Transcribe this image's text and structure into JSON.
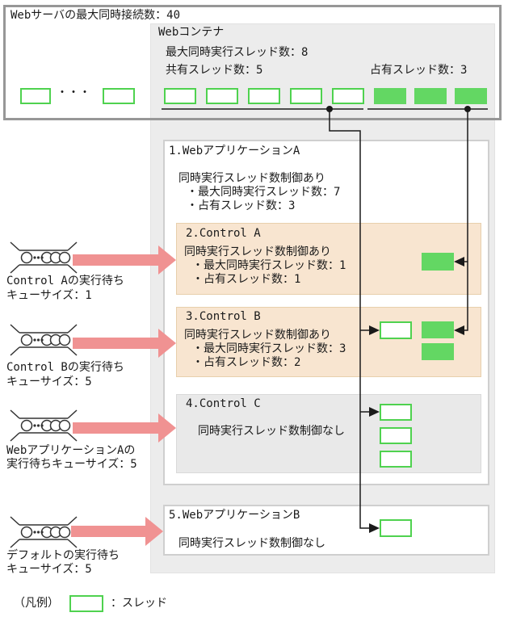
{
  "server": {
    "title": "Webサーバの最大同時接続数：40"
  },
  "container": {
    "title": "Webコンテナ",
    "max_threads": "最大同時実行スレッド数：8",
    "shared_threads": "共有スレッド数：5",
    "dedicated_threads": "占有スレッド数：3",
    "ellipsis": "・・・"
  },
  "web_app_a": {
    "title": "1.WebアプリケーションA",
    "line1": "同時実行スレッド数制御あり",
    "line2": "・最大同時実行スレッド数：7",
    "line3": "・占有スレッド数：3"
  },
  "control_a": {
    "title": "2.Control A",
    "line1": "同時実行スレッド数制御あり",
    "line2": "・最大同時実行スレッド数：1",
    "line3": "・占有スレッド数：1"
  },
  "control_b": {
    "title": "3.Control B",
    "line1": "同時実行スレッド数制御あり",
    "line2": "・最大同時実行スレッド数：3",
    "line3": "・占有スレッド数：2"
  },
  "control_c": {
    "title": "4.Control C",
    "line1": "同時実行スレッド数制御なし"
  },
  "web_app_b": {
    "title": "5.WebアプリケーションB",
    "line1": "同時実行スレッド数制御なし"
  },
  "queues": [
    {
      "label1": "Control Aの実行待ち",
      "label2": "キューサイズ：1"
    },
    {
      "label1": "Control Bの実行待ち",
      "label2": "キューサイズ：5"
    },
    {
      "label1": "WebアプリケーションAの",
      "label2": "実行待ちキューサイズ：5"
    },
    {
      "label1": "デフォルトの実行待ち",
      "label2": "キューサイズ：5"
    }
  ],
  "legend": {
    "prefix": "（凡例）",
    "label": "：スレッド"
  },
  "colors": {
    "thread_green_fill": "#63d763",
    "thread_green_border": "#4fd24f",
    "arrow_pink": "#f09292",
    "control_beige": "#f8e5d0",
    "control_gray": "#e9e9e9",
    "panel_gray": "#ececec",
    "outer_border_gray": "#979797"
  }
}
